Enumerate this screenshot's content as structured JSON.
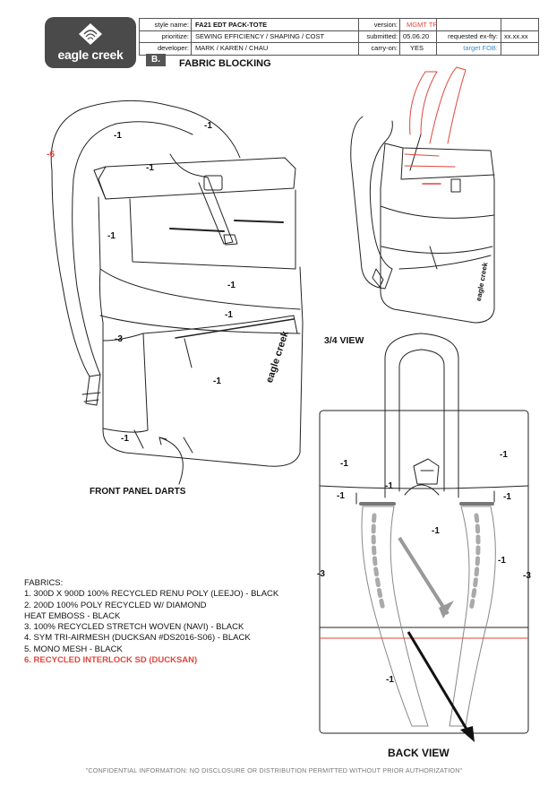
{
  "logo": {
    "text": "eagle creek"
  },
  "header": {
    "style_name_label": "style name:",
    "style_name": "FA21 EDT PACK-TOTE",
    "prioritize_label": "prioritize:",
    "prioritize": "SEWING EFFICIENCY / SHAPING / COST",
    "developer_label": "developer:",
    "developer": "MARK / KAREN / CHAU",
    "version_label": "version:",
    "version": "MGMT TP",
    "submitted_label": "submitted:",
    "submitted": "05.06.20",
    "requested_label": "requested ex-fty:",
    "requested": "xx.xx.xx",
    "carryon_label": "carry-on:",
    "carryon": "YES",
    "target_fob_label": "target FOB:"
  },
  "section": {
    "letter": "B.",
    "title": "FABRIC BLOCKING"
  },
  "front": {
    "labels": [
      "-1",
      "-1",
      "-6",
      "-1",
      "-1",
      "-1",
      "-1",
      "-3",
      "-1",
      "-1"
    ],
    "darts_caption": "FRONT PANEL DARTS",
    "brand_print": "eagle creek"
  },
  "three_quarter": {
    "caption": "3/4 VIEW",
    "brand_print": "eagle creek"
  },
  "back": {
    "labels": [
      "-1",
      "-1",
      "-1",
      "-1",
      "-1",
      "-3",
      "-3",
      "-1",
      "-1",
      "-1"
    ],
    "caption": "BACK VIEW"
  },
  "fabrics": {
    "title": "FABRICS:",
    "items": [
      "1. 300D X 900D 100% RECYCLED RENU POLY (LEEJO) - BLACK",
      "2. 200D 100% POLY RECYCLED W/ DIAMOND",
      "HEAT EMBOSS - BLACK",
      "3. 100% RECYCLED STRETCH WOVEN (NAVI) - BLACK",
      "4. SYM TRI-AIRMESH (DUCKSAN #DS2016-S06) - BLACK",
      "5. MONO MESH - BLACK",
      "6. RECYCLED INTERLOCK SD (DUCKSAN)"
    ]
  },
  "footer": "\"CONFIDENTIAL INFORMATION: NO DISCLOSURE OR DISTRIBUTION PERMITTED WITHOUT PRIOR AUTHORIZATION\"",
  "colors": {
    "accent_red": "#e0463c",
    "fob_blue": "#3b8fd0",
    "logo_gray": "#4a4a4a"
  }
}
